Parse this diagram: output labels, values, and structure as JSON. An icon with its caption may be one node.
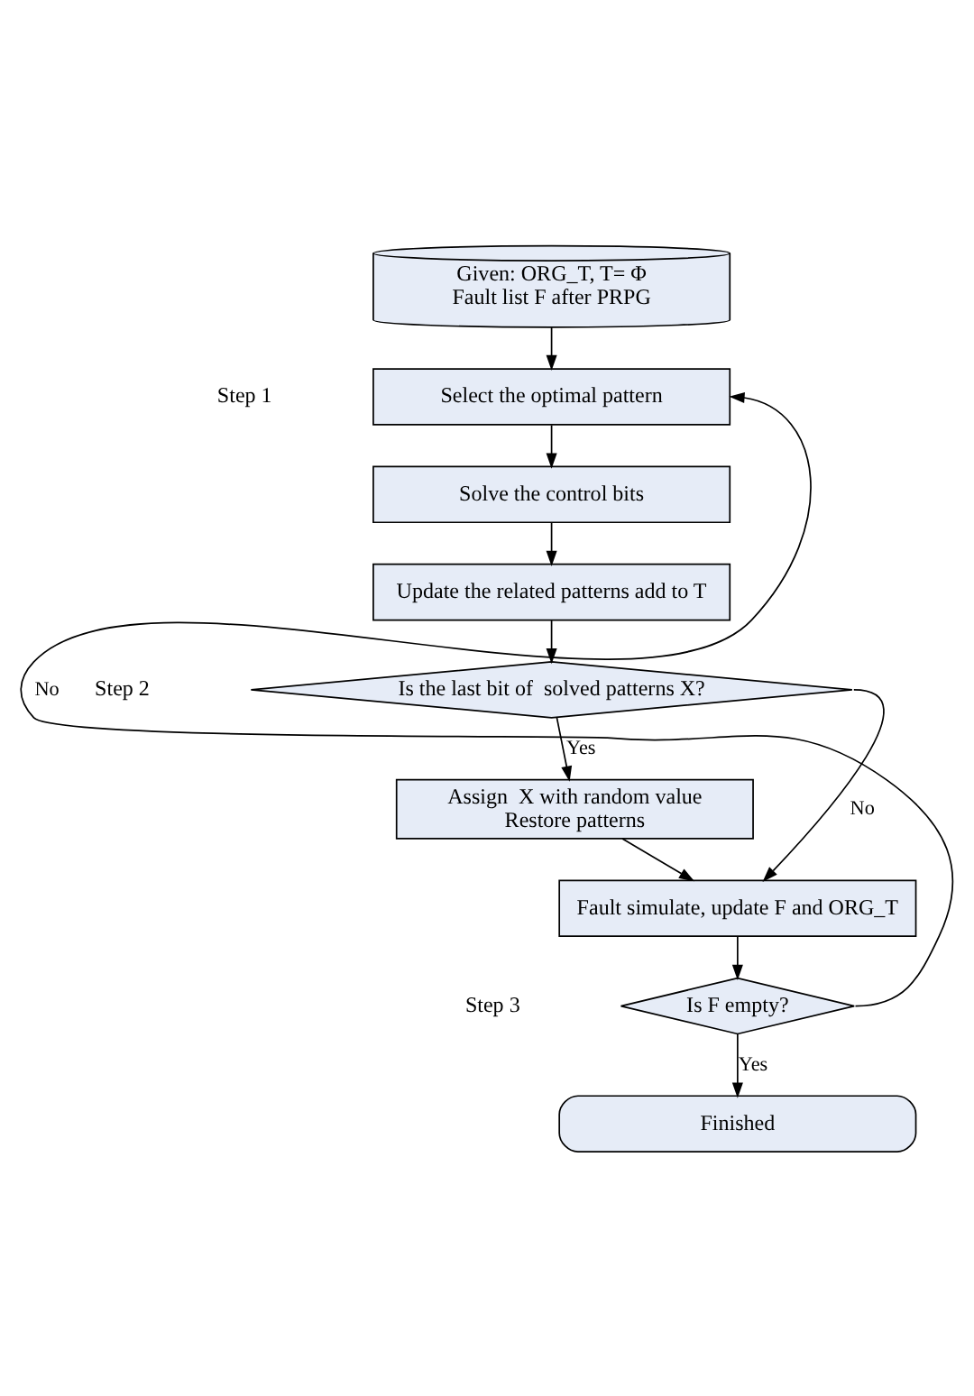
{
  "diagram": {
    "nodes": [
      {
        "text": [
          "Given: ORG_T, T= Φ",
          "Fault list F after PRPG"
        ]
      },
      {
        "text": [
          "Select the optimal pattern"
        ]
      },
      {
        "text": [
          "Solve the control bits"
        ]
      },
      {
        "text": [
          "Update the related patterns add to T"
        ]
      },
      {
        "text": [
          "Is the last bit of  solved patterns X?"
        ]
      },
      {
        "text": [
          "Assign  X with random value",
          "Restore patterns"
        ]
      },
      {
        "text": [
          "Fault simulate, update F and ORG_T"
        ]
      },
      {
        "text": [
          "Is F empty?"
        ]
      },
      {
        "text": [
          "Finished"
        ]
      }
    ],
    "edges": [
      {
        "from": 0,
        "to": 1,
        "arrow": "to"
      },
      {
        "from": 1,
        "to": 2,
        "arrow": "to"
      },
      {
        "from": 2,
        "to": 3,
        "arrow": "to"
      },
      {
        "from": 3,
        "to": 4,
        "arrow": "to"
      },
      {
        "from": 4,
        "to": 5,
        "arrow": "to",
        "label": "Yes"
      },
      {
        "from": 4,
        "to": 6,
        "arrow": "to",
        "label": "No"
      },
      {
        "from": 5,
        "to": 6,
        "arrow": "to"
      },
      {
        "from": 6,
        "to": 7,
        "arrow": "to"
      },
      {
        "from": 7,
        "to": 8,
        "arrow": "to",
        "label": "Yes"
      },
      {
        "from": 7,
        "to": 1,
        "arrow": "to",
        "label": "No"
      }
    ],
    "labels": [
      "Step 1",
      "Step 2",
      "Step 3"
    ]
  }
}
